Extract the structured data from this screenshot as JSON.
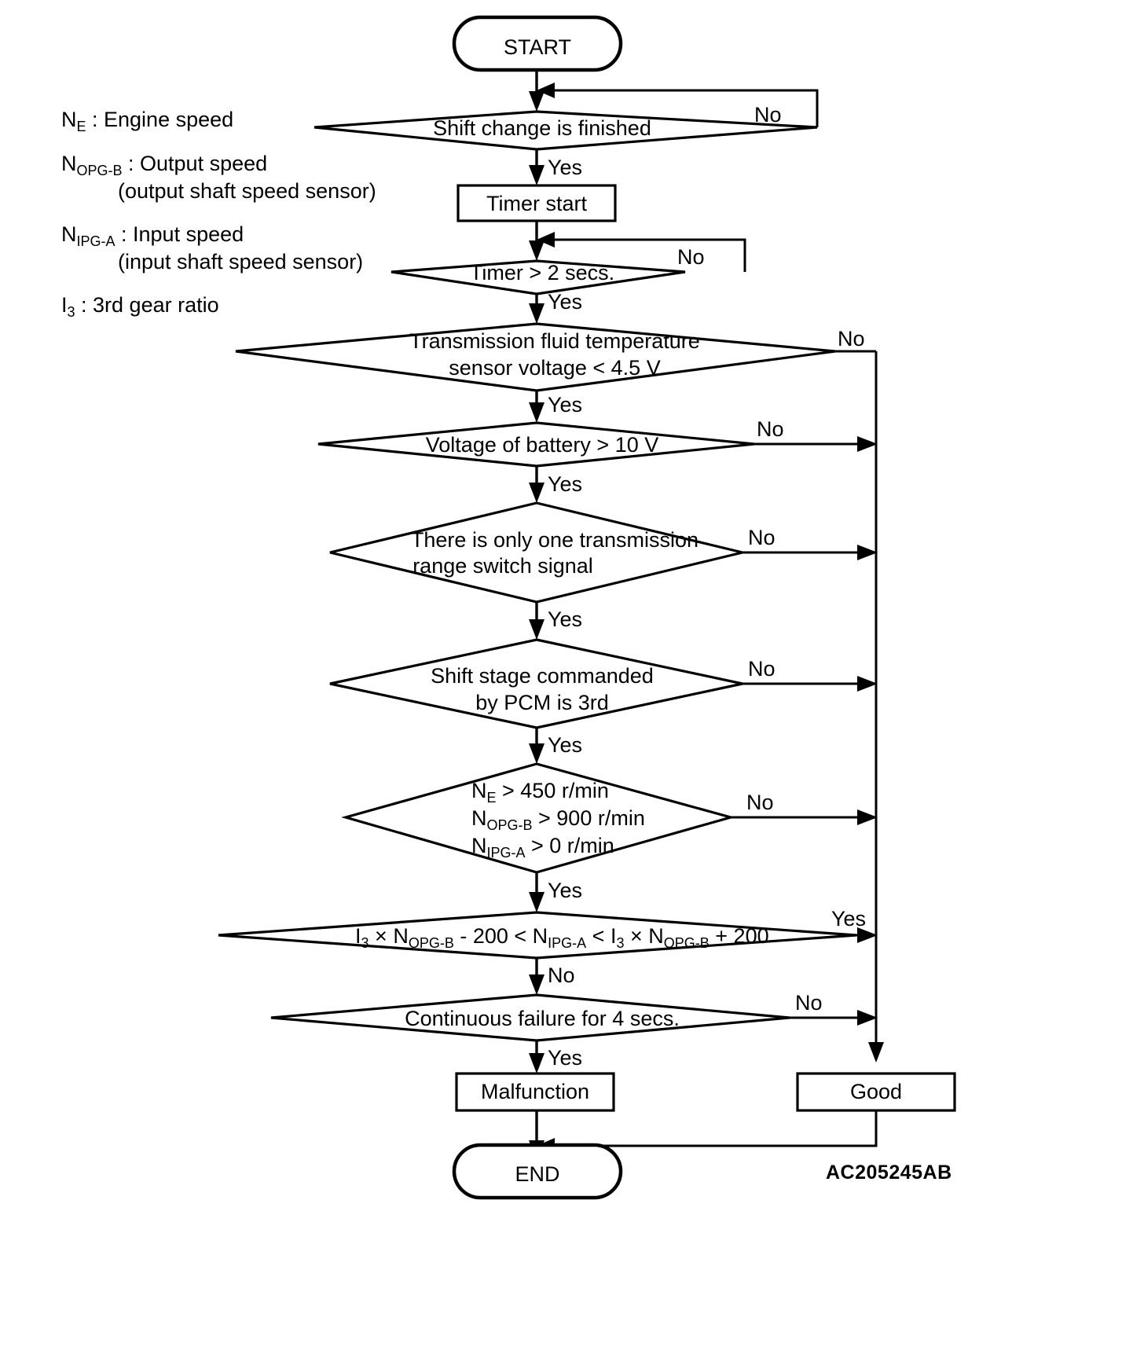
{
  "diagram": {
    "type": "flowchart",
    "title": "3rd gear ratio monitoring logic flowchart",
    "figure_code": "AC205245AB",
    "legend": [
      {
        "symbol": "N",
        "subscript": "E",
        "text": " : Engine speed",
        "continuation": ""
      },
      {
        "symbol": "N",
        "subscript": "OPG-B",
        "text": " : Output speed",
        "continuation": "(output shaft speed sensor)"
      },
      {
        "symbol": "N",
        "subscript": "IPG-A",
        "text": " : Input speed",
        "continuation": "(input shaft speed sensor)"
      },
      {
        "symbol": "I",
        "subscript": "3",
        "text": " : 3rd gear ratio",
        "continuation": ""
      }
    ],
    "nodes": [
      {
        "id": "start",
        "shape": "terminator",
        "label": "START"
      },
      {
        "id": "shift_change",
        "shape": "decision",
        "label": "Shift change is finished"
      },
      {
        "id": "timer_start",
        "shape": "process",
        "label": "Timer start"
      },
      {
        "id": "timer_2s",
        "shape": "decision",
        "label": "Timer > 2 secs."
      },
      {
        "id": "fluid_temp",
        "shape": "decision",
        "line1": "Transmission fluid temperature",
        "line2": "sensor voltage < 4.5 V"
      },
      {
        "id": "battery",
        "shape": "decision",
        "label": "Voltage of battery > 10 V"
      },
      {
        "id": "range_switch",
        "shape": "decision",
        "line1": "There is only one transmission",
        "line2": "range switch signal"
      },
      {
        "id": "pcm_3rd",
        "shape": "decision",
        "line1": "Shift stage commanded",
        "line2": "by PCM is 3rd"
      },
      {
        "id": "speeds",
        "shape": "decision",
        "line1": "N_E > 450 r/min",
        "line2": "N_OPG-B > 900 r/min",
        "line3": "N_IPG-A > 0 r/min"
      },
      {
        "id": "ratio",
        "shape": "decision",
        "label": "I3 x NOPG-B - 200 < NIPG-A < I3 x NOPG-B + 200"
      },
      {
        "id": "continuous",
        "shape": "decision",
        "label": "Continuous failure for 4 secs."
      },
      {
        "id": "malfunction",
        "shape": "process",
        "label": "Malfunction"
      },
      {
        "id": "good",
        "shape": "process",
        "label": "Good"
      },
      {
        "id": "end",
        "shape": "terminator",
        "label": "END"
      }
    ],
    "speed_conditions": [
      {
        "sym": "N",
        "sub": "E",
        "rest": " > 450 r/min"
      },
      {
        "sym": "N",
        "sub": "OPG-B",
        "rest": " > 900 r/min"
      },
      {
        "sym": "N",
        "sub": "IPG-A",
        "rest": " > 0 r/min"
      }
    ],
    "ratio_expression": [
      {
        "sym": "I",
        "sub": "3",
        "rest": " × "
      },
      {
        "sym": "N",
        "sub": "OPG-B",
        "rest": " - 200 < "
      },
      {
        "sym": "N",
        "sub": "IPG-A",
        "rest": " < "
      },
      {
        "sym": "I",
        "sub": "3",
        "rest": " × "
      },
      {
        "sym": "N",
        "sub": "OPG-B",
        "rest": " + 200"
      }
    ],
    "branch_labels": {
      "yes": "Yes",
      "no": "No"
    },
    "edges": [
      {
        "from": "shift_change",
        "label": "No",
        "target": "loop back above shift_change"
      },
      {
        "from": "shift_change",
        "label": "Yes",
        "target": "timer_start"
      },
      {
        "from": "timer_2s",
        "label": "No",
        "target": "loop back above timer_2s"
      },
      {
        "from": "timer_2s",
        "label": "Yes",
        "target": "fluid_temp"
      },
      {
        "from": "fluid_temp",
        "label": "No",
        "target": "good"
      },
      {
        "from": "fluid_temp",
        "label": "Yes",
        "target": "battery"
      },
      {
        "from": "battery",
        "label": "No",
        "target": "good"
      },
      {
        "from": "battery",
        "label": "Yes",
        "target": "range_switch"
      },
      {
        "from": "range_switch",
        "label": "No",
        "target": "good"
      },
      {
        "from": "range_switch",
        "label": "Yes",
        "target": "pcm_3rd"
      },
      {
        "from": "pcm_3rd",
        "label": "No",
        "target": "good"
      },
      {
        "from": "pcm_3rd",
        "label": "Yes",
        "target": "speeds"
      },
      {
        "from": "speeds",
        "label": "No",
        "target": "good"
      },
      {
        "from": "speeds",
        "label": "Yes",
        "target": "ratio"
      },
      {
        "from": "ratio",
        "label": "Yes",
        "target": "good"
      },
      {
        "from": "ratio",
        "label": "No",
        "target": "continuous"
      },
      {
        "from": "continuous",
        "label": "No",
        "target": "good"
      },
      {
        "from": "continuous",
        "label": "Yes",
        "target": "malfunction"
      },
      {
        "from": "malfunction",
        "label": "",
        "target": "end"
      },
      {
        "from": "good",
        "label": "",
        "target": "end"
      }
    ]
  }
}
